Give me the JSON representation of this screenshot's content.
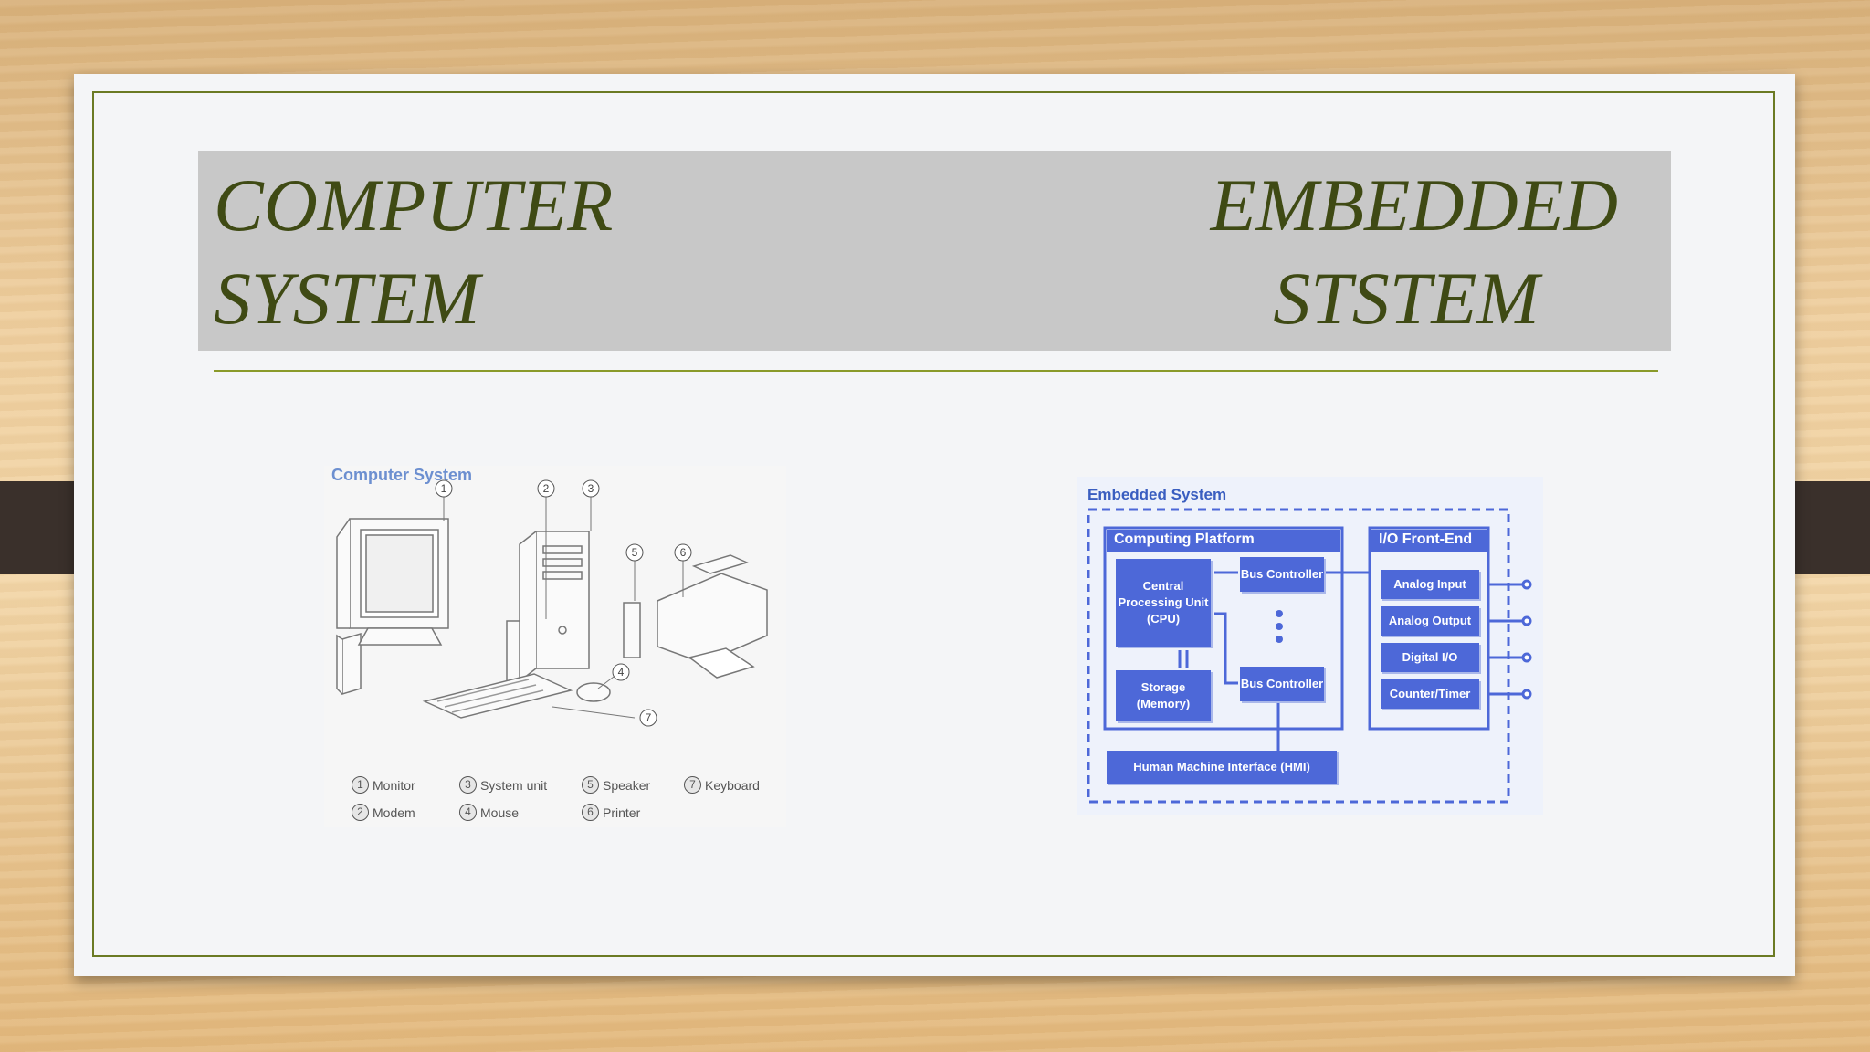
{
  "slide": {
    "left_title": [
      "COMPUTER",
      "SYSTEM"
    ],
    "right_title": [
      "EMBEDDED",
      "STSTEM"
    ]
  },
  "computer_system": {
    "title": "Computer System",
    "callouts": [
      "1",
      "2",
      "3",
      "4",
      "5",
      "6",
      "7"
    ],
    "legend": [
      {
        "num": "1",
        "label": "Monitor"
      },
      {
        "num": "2",
        "label": "Modem"
      },
      {
        "num": "3",
        "label": "System unit"
      },
      {
        "num": "4",
        "label": "Mouse"
      },
      {
        "num": "5",
        "label": "Speaker"
      },
      {
        "num": "6",
        "label": "Printer"
      },
      {
        "num": "7",
        "label": "Keyboard"
      }
    ]
  },
  "embedded_system": {
    "title": "Embedded System",
    "computing_platform": "Computing Platform",
    "io_front_end": "I/O Front-End",
    "cpu": "Central Processing Unit (CPU)",
    "bus_controller_1": "Bus Controller",
    "bus_controller_2": "Bus Controller",
    "storage": "Storage (Memory)",
    "io_items": [
      "Analog Input",
      "Analog Output",
      "Digital I/O",
      "Counter/Timer"
    ],
    "hmi": "Human Machine Interface (HMI)"
  },
  "colors": {
    "title_text": "#3f4a14",
    "frame": "#6b7a24",
    "block_blue": "#4d68d8"
  }
}
